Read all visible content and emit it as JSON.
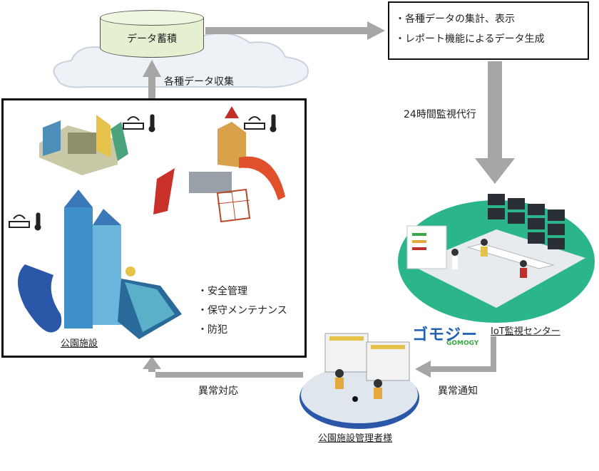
{
  "storage": {
    "label": "データ蓄積"
  },
  "collect_label": "各種データ収集",
  "report_box": {
    "items": [
      "・各種データの集計、表示",
      "・レポート機能によるデータ生成"
    ]
  },
  "monitor_label": "24時間監視代行",
  "park": {
    "caption": "公園施設",
    "bullets": [
      "・安全管理",
      "・保守メンテナンス",
      "・防犯"
    ]
  },
  "gomogy": {
    "logo_text": "ゴモジー",
    "logo_sub": "GOMOGY",
    "center_label": "IoT監視センター"
  },
  "manager": {
    "caption": "公園施設管理者様"
  },
  "anomaly_response": "異常対応",
  "anomaly_notice": "異常通知",
  "colors": {
    "arrow": "#a6a6a6",
    "db_fill": "#e4f0cf",
    "teal_floor": "#2bb58a",
    "logo_blue": "#1e5fb4",
    "logo_green": "#3aa846"
  }
}
